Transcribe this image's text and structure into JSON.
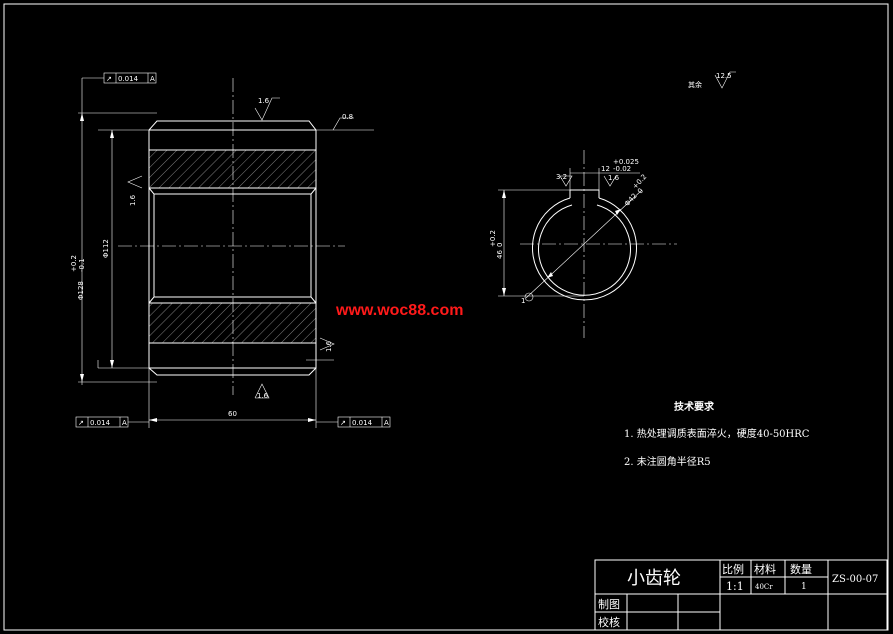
{
  "watermark": "www.woc88.com",
  "tolerance_frames": {
    "top": {
      "symbol": "↗",
      "value": "0.014",
      "datum": "A"
    },
    "bottom_left": {
      "symbol": "↗",
      "value": "0.014",
      "datum": "A"
    },
    "bottom_right": {
      "symbol": "↗",
      "value": "0.014",
      "datum": "A"
    }
  },
  "dimensions": {
    "outer_diameter": "Φ128",
    "outer_tol_upper": "+0.2",
    "outer_tol_lower": "-0.1",
    "inner_diameter": "Φ112",
    "width": "60",
    "bore_diameter": "Φ42",
    "bore_tol_upper": "+0.2",
    "bore_tol_lower": "0",
    "keyway_depth": "46",
    "keyway_depth_tol_upper": "+0.2",
    "keyway_depth_tol_lower": "0",
    "keyway_width": "12",
    "keyway_tol_upper": "+0.025",
    "keyway_tol_lower": "-0.02",
    "chamfer": "1"
  },
  "roughness": {
    "top_face": "1.6",
    "outer_right": "0.8",
    "bore_left": "1.6",
    "bottom_face": "1.6",
    "bottom_right": "1.6",
    "keyway_left": "3.2",
    "keyway_right": "1.6",
    "general_label": "其余",
    "general_value": "12.5"
  },
  "notes": {
    "title": "技术要求",
    "items": [
      "1.  热处理调质表面淬火，硬度40-50HRC",
      "2.  未注圆角半径R5"
    ]
  },
  "title_block": {
    "part_name": "小齿轮",
    "scale_label": "比例",
    "material_label": "材料",
    "qty_label": "数量",
    "scale": "1:1",
    "material": "40Cr",
    "qty": "1",
    "drawing_no": "ZS-00-07",
    "drawn_label": "制图",
    "checked_label": "校核"
  }
}
